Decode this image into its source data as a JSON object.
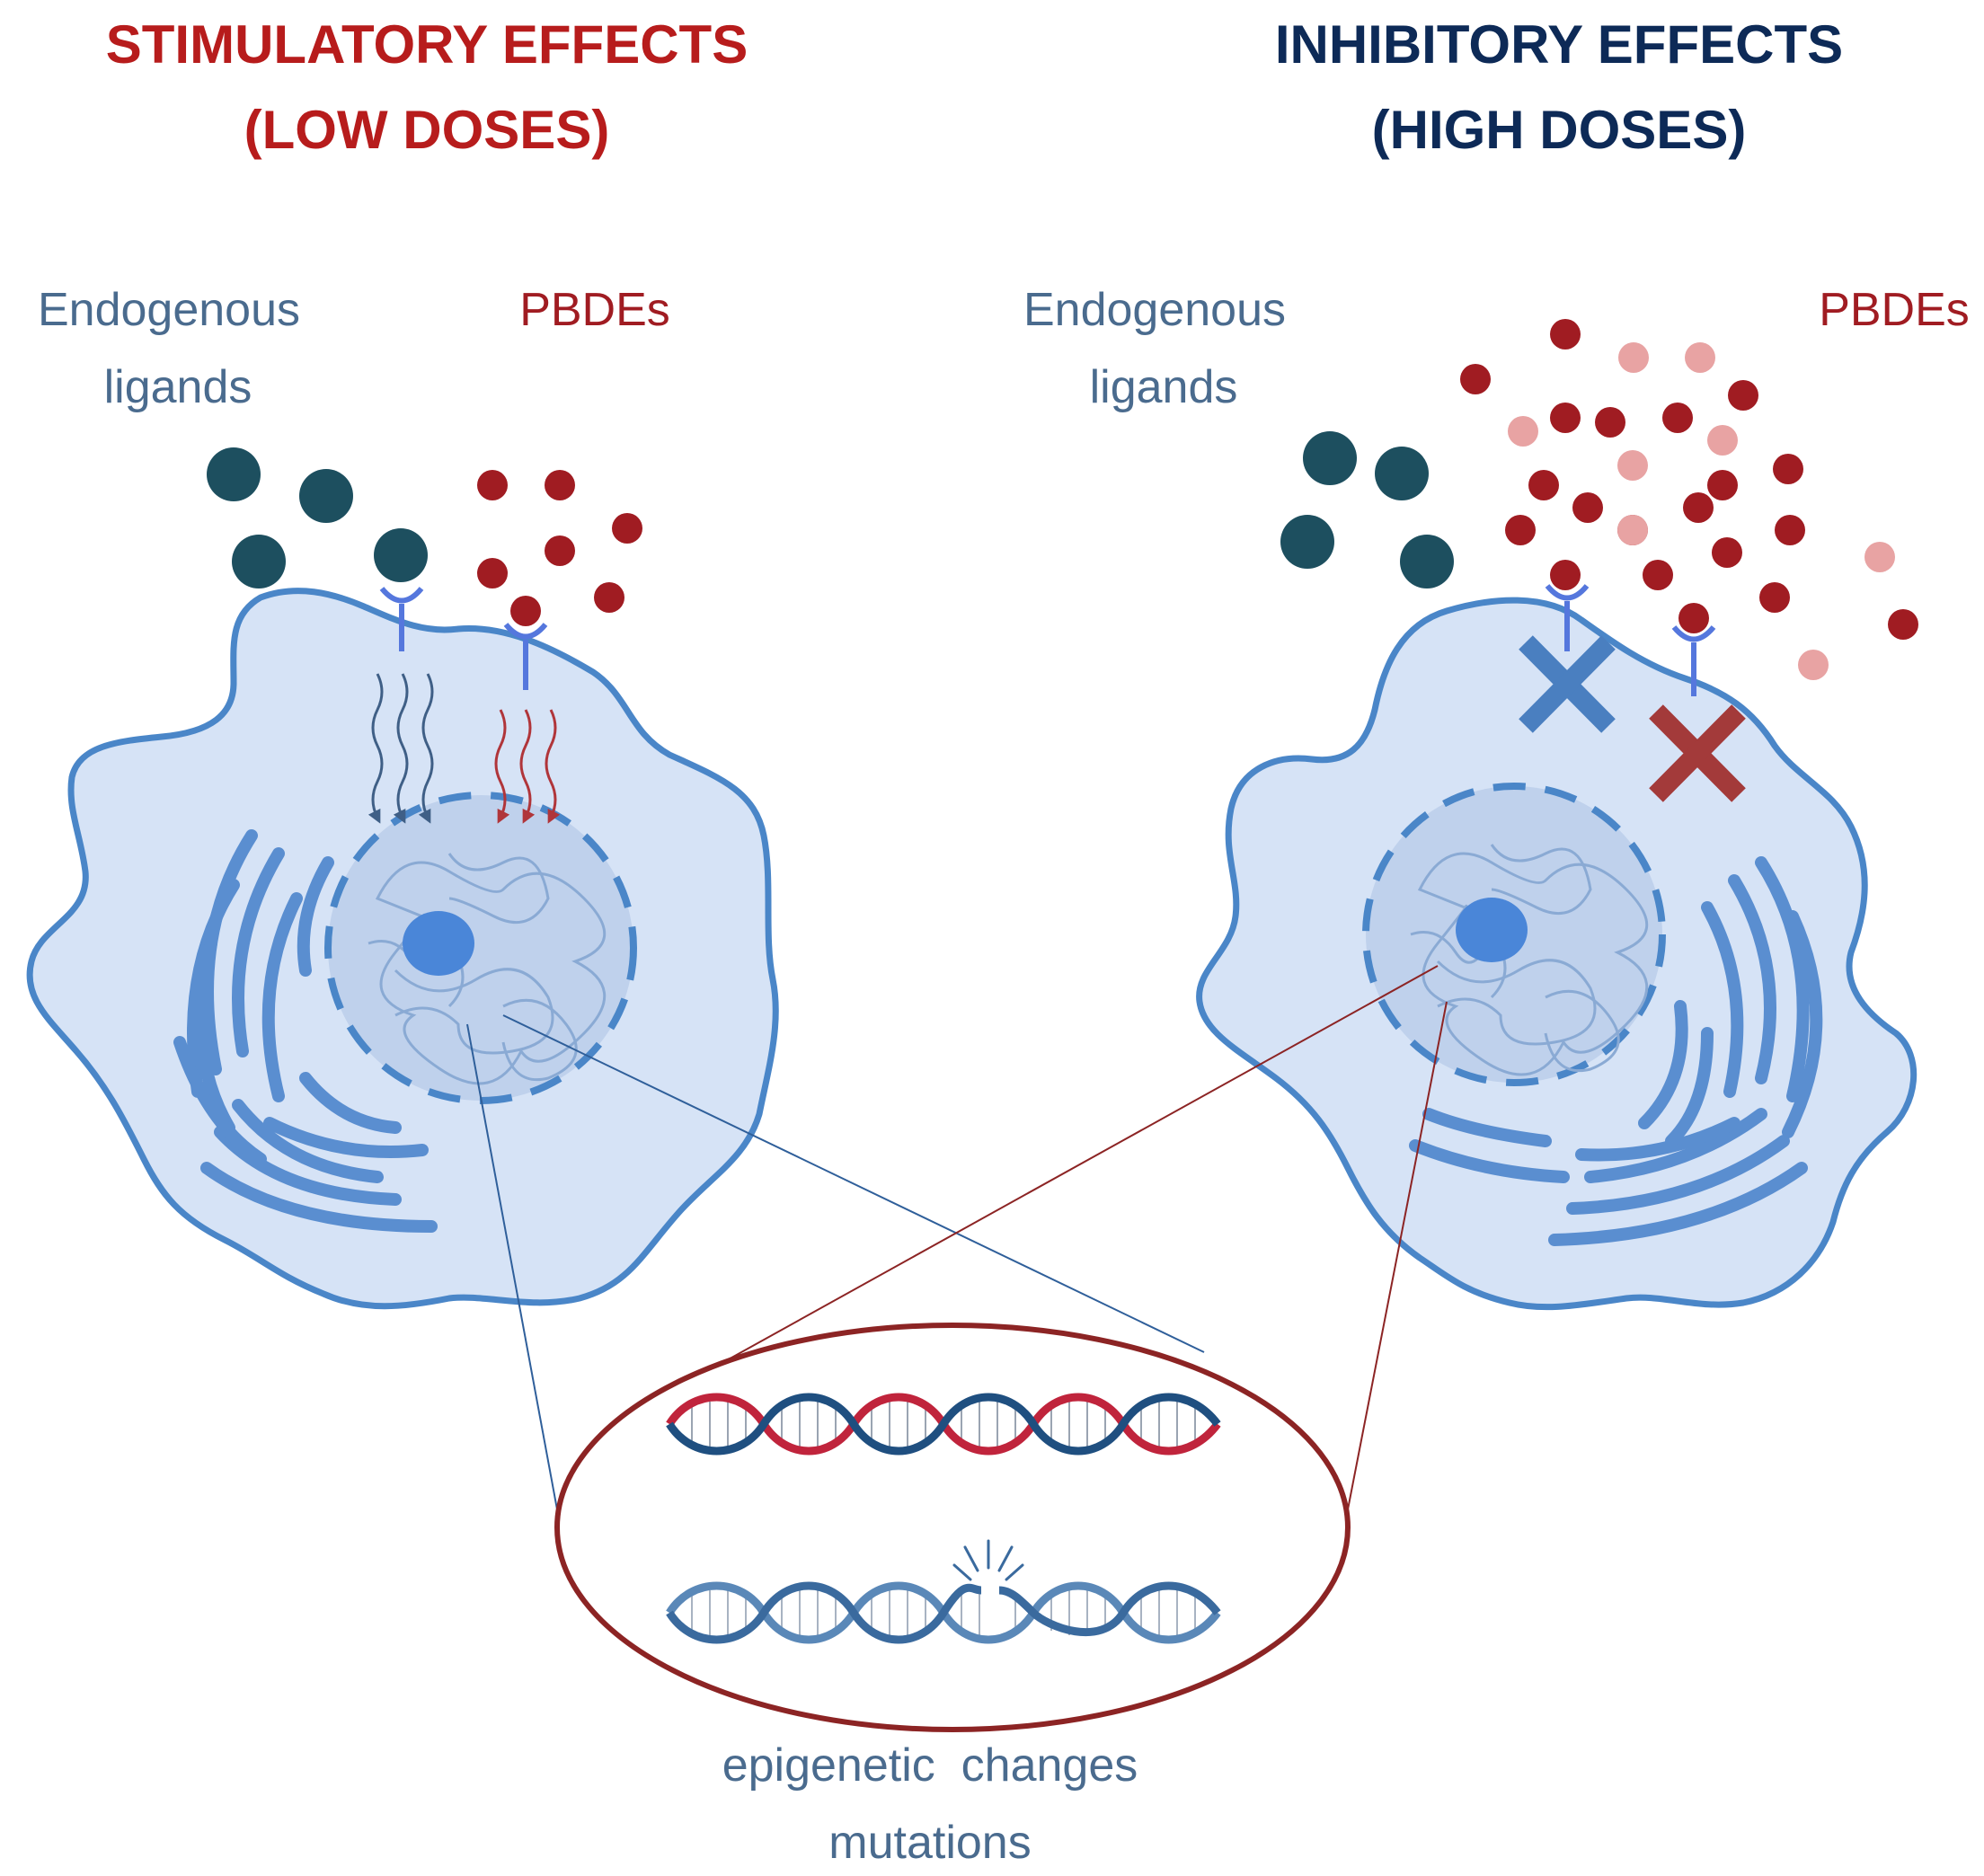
{
  "left_panel": {
    "title_line1": "STIMULATORY EFFECTS",
    "title_line2": "(LOW DOSES)",
    "endogenous_line1": "Endogenous",
    "endogenous_line2": "ligands",
    "pbdes_label": "PBDEs"
  },
  "right_panel": {
    "title_line1": "INHIBITORY EFFECTS",
    "title_line2": "(HIGH DOSES)",
    "endogenous_line1": "Endogenous",
    "endogenous_line2": "ligands",
    "pbdes_label": "PBDEs"
  },
  "bottom": {
    "caption_line1": "epigenetic  changes",
    "caption_line2": "mutations"
  },
  "colors": {
    "stimulatory_red": "#b71c1c",
    "inhibitory_navy": "#0d2a57",
    "label_blue": "#4a6b8e",
    "pbde_red": "#a01c22",
    "pbde_pink": "#e8a3a3",
    "ligand_teal": "#1d4f5f",
    "cell_fill": "#d6e3f6",
    "cell_outline": "#4a86c8",
    "nucleus_fill": "#bfd1ec",
    "receptor_blue": "#5577dd",
    "x_blue": "#4a7fc0",
    "x_red": "#a33a3a",
    "dna_red": "#c0243c",
    "dna_navy": "#1f4f80",
    "dna_blue": "#5a88b8",
    "ellipse_outline": "#8c2424"
  },
  "icons": {
    "ligand": "endogenous-ligand-circle",
    "pbde": "pbde-molecule-dot",
    "receptor": "receptor-icon",
    "blocked": "block-x-icon",
    "dna": "dna-helix-icon"
  }
}
